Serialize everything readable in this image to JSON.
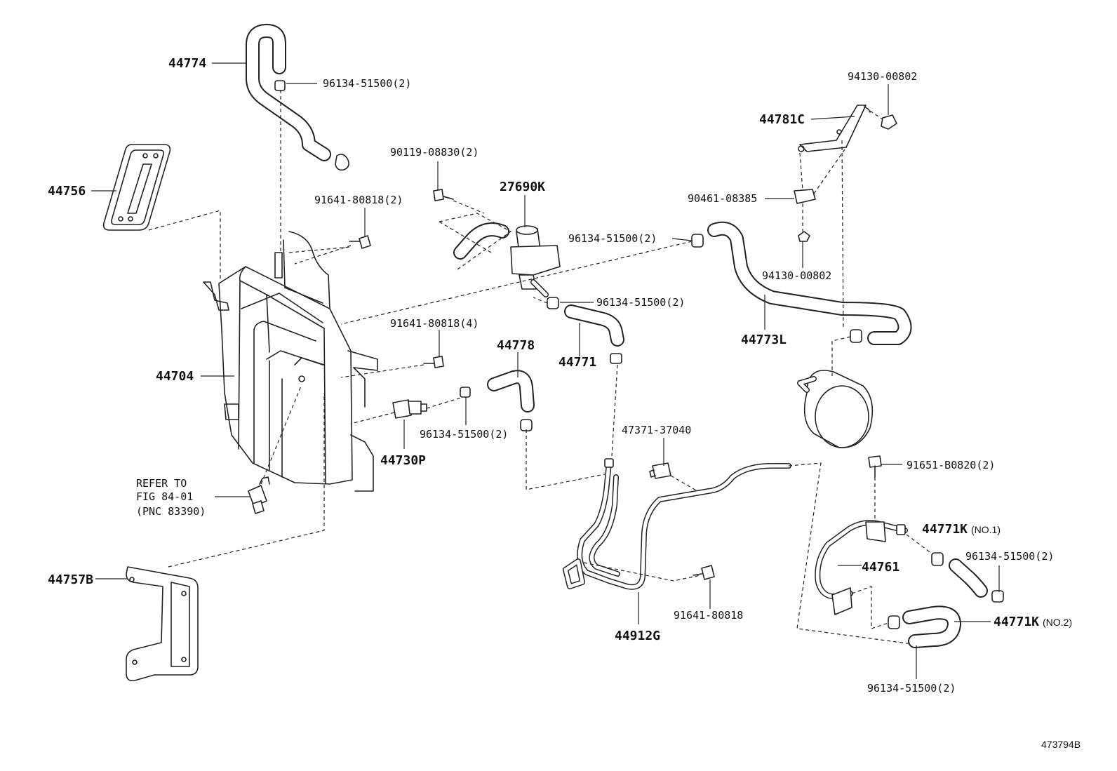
{
  "diagram_id": "473794B",
  "callouts": {
    "c44774": "44774",
    "c96134_top": "96134-51500(2)",
    "c44756": "44756",
    "c90119": "90119-08830(2)",
    "c27690K": "27690K",
    "c91641_a": "91641-80818(2)",
    "c96134_valve": "96134-51500(2)",
    "c96134_mid": "96134-51500(2)",
    "c94130_top": "94130-00802",
    "c44781C": "44781C",
    "c90461": "90461-08385",
    "c94130_mid": "94130-00802",
    "c44773L": "44773L",
    "c91641_b": "91641-80818(4)",
    "c44778": "44778",
    "c44771": "44771",
    "c44704": "44704",
    "c96134_low": "96134-51500(2)",
    "c44730P": "44730P",
    "c47371": "47371-37040",
    "refer_line1": "REFER TO",
    "refer_line2": "FIG 84-01",
    "refer_line3": "(PNC 83390)",
    "c91651": "91651-B0820(2)",
    "c44771K_no1": "44771K",
    "c44771K_no1_tag": "(NO.1)",
    "c96134_right": "96134-51500(2)",
    "c44761": "44761",
    "c44757B": "44757B",
    "c91641_c": "91641-80818",
    "c44912G": "44912G",
    "c44771K_no2": "44771K",
    "c44771K_no2_tag": "(NO.2)",
    "c96134_bottom": "96134-51500(2)"
  },
  "icons": [
    "clamp-icon",
    "bolt-icon",
    "nut-icon",
    "hose-icon",
    "reservoir-tank-icon",
    "bracket-icon",
    "pressure-switch-icon",
    "valve-icon",
    "oil-cooler-icon",
    "connector-icon"
  ]
}
